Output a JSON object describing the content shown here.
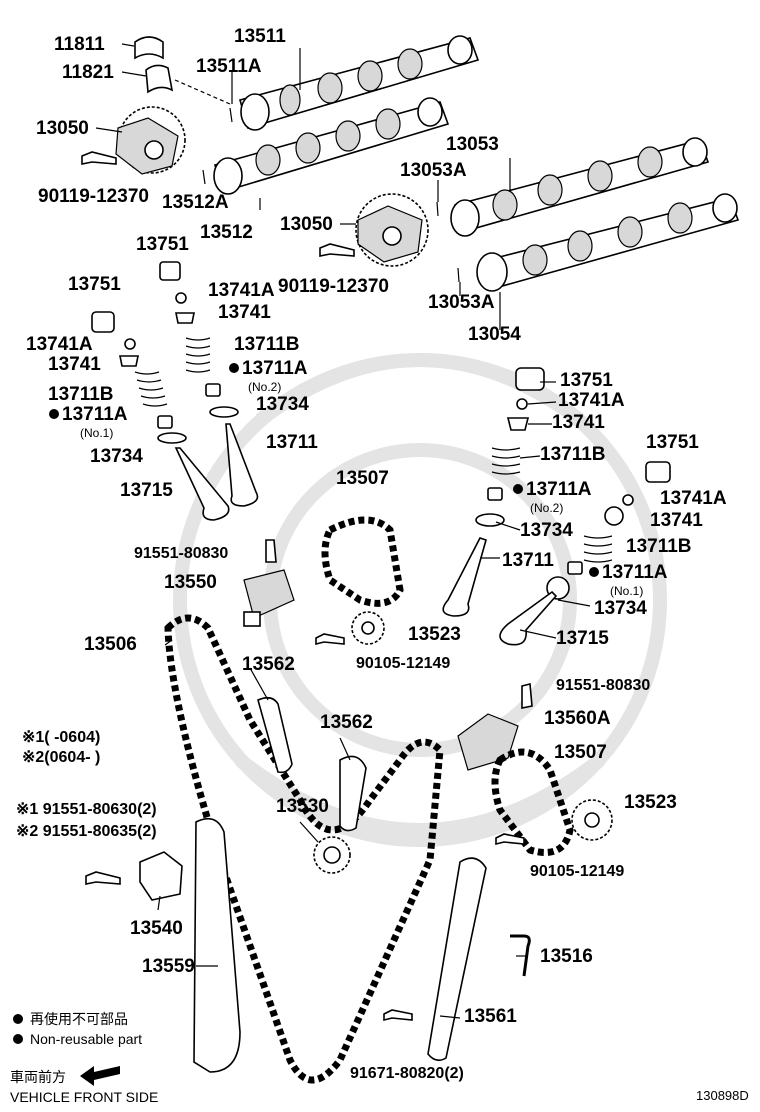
{
  "labels": {
    "l11811": "11811",
    "l11821": "11821",
    "l13511": "13511",
    "l13511A": "13511A",
    "l13050a": "13050",
    "l90119a": "90119-12370",
    "l13512A": "13512A",
    "l13512": "13512",
    "l13053": "13053",
    "l13053A1": "13053A",
    "l13050b": "13050",
    "l90119b": "90119-12370",
    "l13053A2": "13053A",
    "l13054": "13054",
    "l13751a": "13751",
    "l13741Aa": "13741A",
    "l13741a": "13741",
    "l13751b": "13751",
    "l13711Ba": "13711B",
    "l13711Aa": "13711A",
    "l13741Ab": "13741A",
    "l13741b": "13741",
    "l13711Bb": "13711B",
    "l13734a": "13734",
    "l13711Ab": "13711A",
    "l13711a": "13711",
    "l13734b": "13734",
    "l13715a": "13715",
    "l13751c": "13751",
    "l13741Ac": "13741A",
    "l13741c": "13741",
    "l13711Bc": "13711B",
    "l13507a": "13507",
    "l13711Ac": "13711A",
    "l13751d": "13751",
    "l13741Ad": "13741A",
    "l13741d": "13741",
    "l13734c": "13734",
    "l13711b": "13711",
    "l13711Bd": "13711B",
    "l91551a": "91551-80830",
    "l13711Ad": "13711A",
    "l13550": "13550",
    "l13734d": "13734",
    "l13523a": "13523",
    "l13715b": "13715",
    "l13506": "13506",
    "l90105a": "90105-12149",
    "l13562a": "13562",
    "l91551b": "91551-80830",
    "l13560A": "13560A",
    "l13562b": "13562",
    "l13507b": "13507",
    "l13523b": "13523",
    "l13530": "13530",
    "l90105b": "90105-12149",
    "l13540": "13540",
    "l13516": "13516",
    "l13559": "13559",
    "l13561": "13561",
    "l91671": "91671-80820(2)"
  },
  "notes": {
    "no2a": "(No.2)",
    "no1a": "(No.1)",
    "no2b": "(No.2)",
    "no1b": "(No.1)"
  },
  "fitment": {
    "line1": "※1(        -0604)",
    "line2": "※2(0604-        )",
    "line3": "※1 91551-80630(2)",
    "line4": "※2 91551-80635(2)"
  },
  "legend": {
    "reuse_jp": "再使用不可部品",
    "reuse_en": "Non-reusable part",
    "front_jp": "車両前方",
    "front_en": "VEHICLE FRONT SIDE"
  },
  "diagram_code": "130898D"
}
